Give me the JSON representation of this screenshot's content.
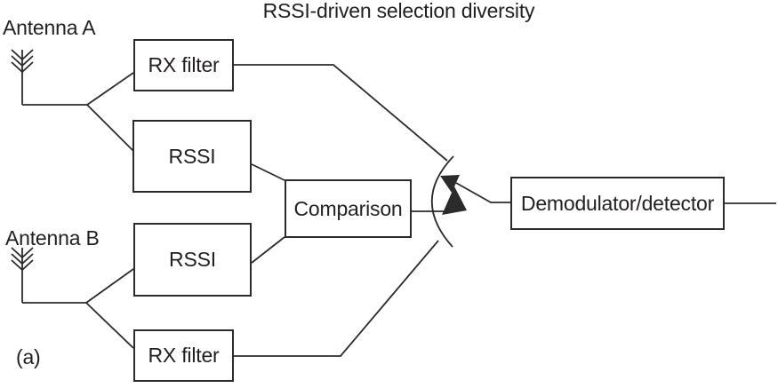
{
  "title": "RSSI-driven selection diversity",
  "figure_label": "(a)",
  "antennas": {
    "a": {
      "label": "Antenna A"
    },
    "b": {
      "label": "Antenna B"
    }
  },
  "blocks": {
    "rx_filter_a": {
      "label": "RX filter"
    },
    "rssi_a": {
      "label": "RSSI"
    },
    "comparison": {
      "label": "Comparison"
    },
    "rssi_b": {
      "label": "RSSI"
    },
    "rx_filter_b": {
      "label": "RX filter"
    },
    "demodulator": {
      "label": "Demodulator/detector"
    }
  },
  "icons": {
    "antenna_a": "antenna-icon",
    "antenna_b": "antenna-icon",
    "switch": "selector-switch-icon"
  },
  "colors": {
    "line": "#2b2b2b",
    "text": "#231f20",
    "background": "#ffffff"
  }
}
